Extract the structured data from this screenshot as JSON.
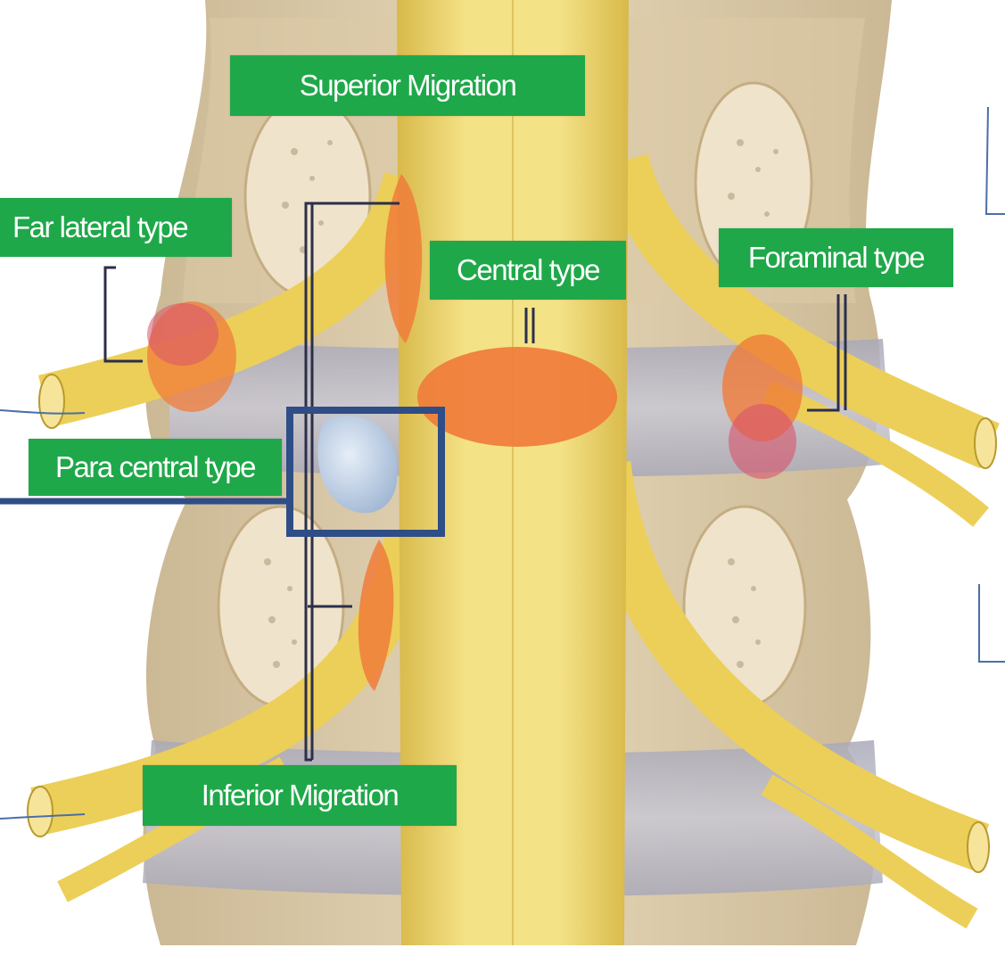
{
  "labels": {
    "superior_migration": "Superior Migration",
    "far_lateral": "Far lateral type",
    "central": "Central type",
    "foraminal": "Foraminal type",
    "para_central": "Para central type",
    "inferior_migration": "Inferior Migration"
  },
  "colors": {
    "label_bg": "#1fa84a",
    "herniation": "#f07c3a",
    "highlight_box": "#2f4d86",
    "nerve": "#efd56a",
    "bone": "#d9c8a6",
    "disc": "#b9b8c4"
  }
}
